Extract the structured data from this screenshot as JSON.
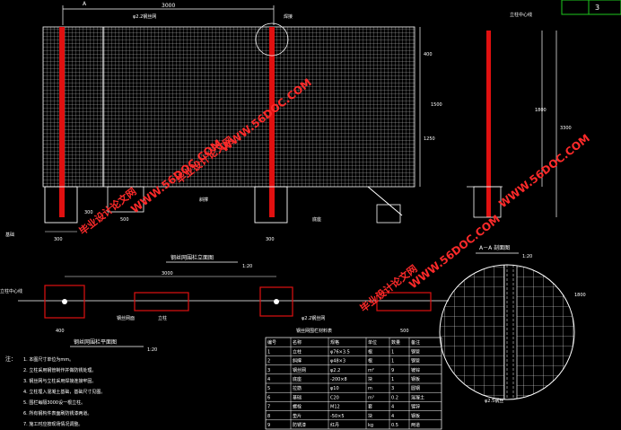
{
  "drawing": {
    "dimensions": {
      "top_span": "3000",
      "side_total": "3300",
      "side_mid": "1800",
      "front_right_a": "400",
      "front_right_b": "1500",
      "front_right_c": "1250",
      "foot_300a": "300",
      "foot_300b": "300",
      "foot_500": "500",
      "foot_300c": "300",
      "plan_3000": "3000",
      "plan_400": "400",
      "plan_500": "500",
      "post_center": "1800"
    },
    "labels": {
      "section_a": "A",
      "view_front": "钢丝网围栏立面图",
      "view_front_scale": "1:20",
      "view_plan": "钢丝网围栏平面图",
      "view_plan_scale": "1:20",
      "view_section": "A－A 剖面图",
      "view_section_scale": "1:20",
      "tag_mesh": "φ2.2钢丝网",
      "tag_weld": "焊接",
      "tag_found": "基础",
      "tag_brace": "斜撑",
      "tag_base": "底座",
      "tag_post": "立柱",
      "tag_side1": "立柱中心线",
      "tag_side2": "立柱中心线",
      "tag_wire": "φ2.2钢丝网",
      "tag_note_in": "钢丝网面",
      "tag_small": "φ2.5钢丝"
    },
    "notes": {
      "heading": "注：",
      "items": [
        "1. 本图尺寸单位为mm。",
        "2. 立柱采用钢管制作并做防锈处理。",
        "3. 钢丝网与立柱采用焊接连接牢固。",
        "4. 立柱埋入混凝土基础，基础尺寸见图。",
        "5. 围栏每隔3000设一根立柱。",
        "6. 所有钢构件表面刷防锈漆两道。",
        "7. 施工时应按现场情况调整。"
      ]
    },
    "table": {
      "title": "钢丝网围栏材料表",
      "headers": [
        "编号",
        "名称",
        "规格",
        "单位",
        "数量",
        "备注"
      ],
      "rows": [
        [
          "1",
          "立柱",
          "φ76×3.5",
          "根",
          "1",
          "钢管"
        ],
        [
          "2",
          "斜撑",
          "φ48×3",
          "根",
          "1",
          "钢管"
        ],
        [
          "3",
          "钢丝网",
          "φ2.2",
          "m²",
          "9",
          "镀锌"
        ],
        [
          "4",
          "底座",
          "-200×8",
          "块",
          "1",
          "钢板"
        ],
        [
          "5",
          "拉筋",
          "φ10",
          "m",
          "3",
          "圆钢"
        ],
        [
          "6",
          "基础",
          "C20",
          "m³",
          "0.2",
          "混凝土"
        ],
        [
          "7",
          "螺栓",
          "M12",
          "套",
          "4",
          "镀锌"
        ],
        [
          "8",
          "垫片",
          "-50×5",
          "块",
          "4",
          "钢板"
        ],
        [
          "9",
          "防锈漆",
          "红丹",
          "kg",
          "0.5",
          "两道"
        ]
      ]
    },
    "titleblock": {
      "cell": "3"
    },
    "watermarks": [
      "毕业设计论文网",
      "WWW.56DOC.COM",
      "毕业设计论文网",
      "WWW.56DOC.COM",
      "WWW.56DOC.COM",
      "毕业设计论文网",
      "WWW.56DOC.COM"
    ],
    "colors": {
      "line": "#ffffff",
      "post": "#e01010",
      "frame": "#1ec81e",
      "watermark": "#ff2a2a"
    }
  }
}
